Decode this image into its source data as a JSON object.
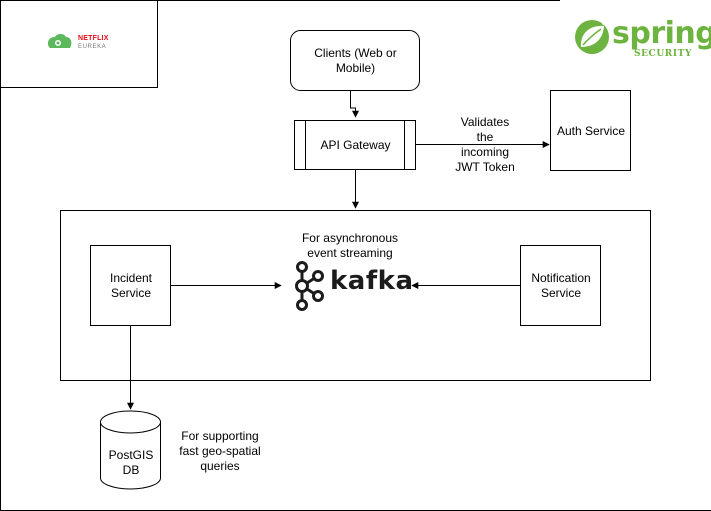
{
  "logos": {
    "eureka": {
      "netflix": "NETFLIX",
      "name": "EUREKA",
      "brand_color": "#e50914",
      "accent_color": "#5cb85c"
    },
    "spring": {
      "name": "spring",
      "subtitle": "SECURITY",
      "brand_color": "#6db33f"
    },
    "kafka": {
      "name": "kafka"
    }
  },
  "nodes": {
    "clients": "Clients (Web or\nMobile)",
    "api_gateway": "API Gateway",
    "auth_service": "Auth Service",
    "incident_service": "Incident\nService",
    "notification_service": "Notification\nService",
    "postgis_db": "PostGIS\nDB"
  },
  "annotations": {
    "jwt": "Validates\nthe\nincoming\nJWT Token",
    "kafka_purpose": "For asynchronous\nevent streaming",
    "postgis_purpose": "For supporting\nfast geo-spatial\nqueries"
  }
}
